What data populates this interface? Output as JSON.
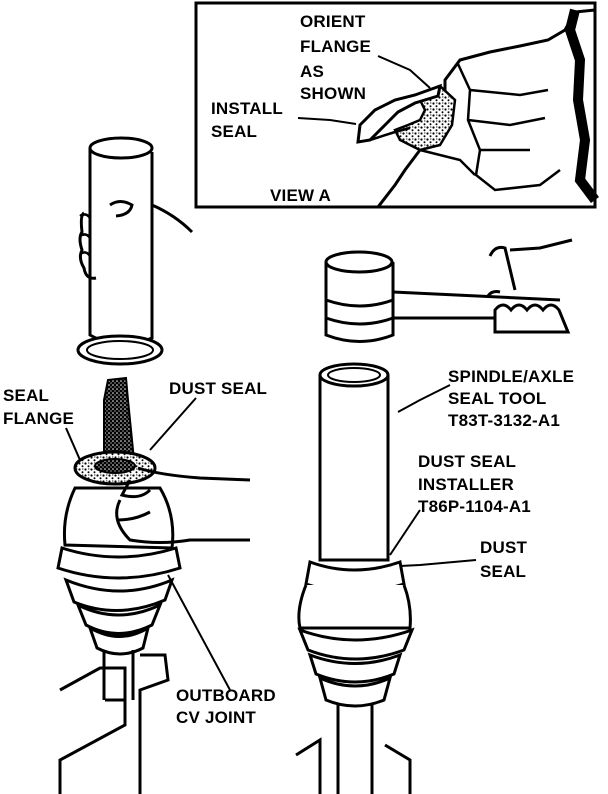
{
  "view_a": {
    "caption": "VIEW A",
    "orient_flange": [
      "ORIENT",
      "FLANGE",
      "AS",
      "SHOWN"
    ],
    "install_seal": [
      "INSTALL",
      "SEAL"
    ]
  },
  "labels": {
    "seal_flange": [
      "SEAL",
      "FLANGE"
    ],
    "dust_seal_left": "DUST SEAL",
    "outboard_cv_joint": [
      "OUTBOARD",
      "CV JOINT"
    ],
    "spindle_axle_tool": [
      "SPINDLE/AXLE",
      "SEAL TOOL",
      "T83T-3132-A1"
    ],
    "dust_seal_installer": [
      "DUST SEAL",
      "INSTALLER",
      "T86P-1104-A1"
    ],
    "dust_seal_right": [
      "DUST",
      "SEAL"
    ]
  }
}
